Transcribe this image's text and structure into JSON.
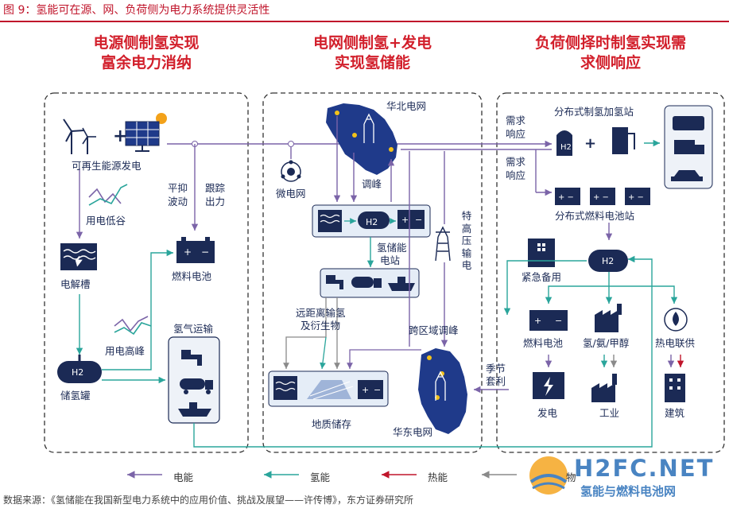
{
  "figure_title": "图 9：氢能可在源、网、负荷侧为电力系统提供灵活性",
  "sections": {
    "source": {
      "title_line1": "电源侧制氢实现",
      "title_line2": "富余电力消纳"
    },
    "grid": {
      "title_line1": "电网侧制氢+发电",
      "title_line2": "实现氢储能"
    },
    "load": {
      "title_line1": "负荷侧择时制氢实现需",
      "title_line2": "求侧响应"
    }
  },
  "labels": {
    "renewable": "可再生能源发电",
    "pingyi": "平抑",
    "bodong": "波动",
    "genzong": "跟踪",
    "chuli": "出力",
    "low_demand": "用电低谷",
    "electrolyzer": "电解槽",
    "fuel_cell_source": "燃料电池",
    "high_demand": "用电高峰",
    "h2_transport": "氢气运输",
    "h2_tank": "储氢罐",
    "north_grid": "华北电网",
    "microgrid": "微电网",
    "peak_shaving": "调峰",
    "h2_plant_line1": "氢储能",
    "h2_plant_line2": "电站",
    "uhv": "特高压输电",
    "long_distance_line1": "远距离输氢",
    "long_distance_line2": "及衍生物",
    "cross_region": "跨区域调峰",
    "geo_storage": "地质储存",
    "east_grid": "华东电网",
    "dr1_line1": "需求",
    "dr1_line2": "响应",
    "dr2_line1": "需求",
    "dr2_line2": "响应",
    "h2_station": "分布式制氢加氢站",
    "fc_station": "分布式燃料电池站",
    "emergency": "紧急备用",
    "fuel_cell_load": "燃料电池",
    "chemicals": "氢/氨/甲醇",
    "chp": "热电联供",
    "seasonal_line1": "季节",
    "seasonal_line2": "套利",
    "power_gen": "发电",
    "industry": "工业",
    "building": "建筑",
    "h2_symbol": "H2"
  },
  "legend": [
    {
      "label": "电能",
      "color": "#7b64a8"
    },
    {
      "label": "氢能",
      "color": "#2aa59b"
    },
    {
      "label": "热能",
      "color": "#c0152b"
    },
    {
      "label": "物",
      "color": "#8a8a8a"
    }
  ],
  "source_note": "数据来源：《氢储能在我国新型电力系统中的应用价值、挑战及展望——许传博》，东方证券研究所",
  "watermark": {
    "main": "H2FC.NET",
    "sub": "氢能与燃料电池网"
  },
  "colors": {
    "navy": "#1b2a55",
    "red": "#d21f2b",
    "purple": "#7b64a8",
    "teal": "#2aa59b",
    "grey": "#8a8a8a",
    "map": "#1f3a8a"
  }
}
